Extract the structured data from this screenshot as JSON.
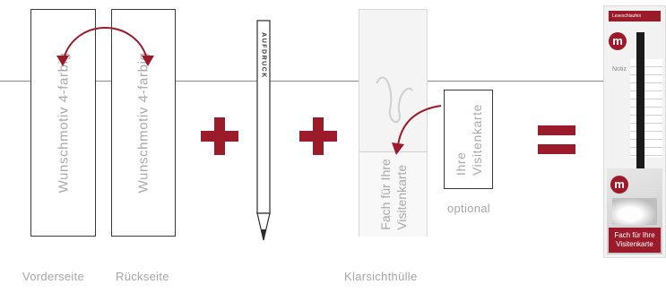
{
  "colors": {
    "accent": "#9b1b2a",
    "outline": "#3a3a3a",
    "muted_text": "#a9a9a9"
  },
  "front_card": {
    "text": "Wunschmotiv 4-farbig",
    "caption": "Vorderseite"
  },
  "back_card": {
    "text": "Wunschmotiv 4-farbig",
    "caption": "Rückseite"
  },
  "pencil": {
    "imprint": "AUFDRUCK"
  },
  "sleeve": {
    "pocket_text_line1": "Fach für Ihre",
    "pocket_text_line2": "Visitenkarte",
    "caption": "Klarsichthülle"
  },
  "business_card": {
    "line1": "Ihre",
    "line2": "Visitenkarte",
    "caption": "optional"
  },
  "operators": {
    "plus": "+",
    "equals": "="
  },
  "product": {
    "header_label": "Leseschlaufen",
    "logo_letter": "m",
    "notepad_label": "Notiz",
    "pocket_label_line1": "Fach für Ihre",
    "pocket_label_line2": "Visitenkarte"
  }
}
